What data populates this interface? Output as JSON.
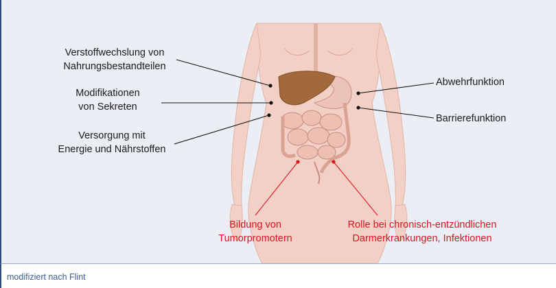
{
  "labels_left": [
    {
      "line1": "Verstoffwechslung von",
      "line2": "Nahrungsbestandteilen"
    },
    {
      "line1": "Modifikationen",
      "line2": "von Sekreten"
    },
    {
      "line1": "Versorgung mit",
      "line2": "Energie und Nährstoffen"
    }
  ],
  "labels_right": [
    {
      "text": "Abwehrfunktion"
    },
    {
      "text": "Barrierefunktion"
    }
  ],
  "labels_bottom": [
    {
      "line1": "Bildung von",
      "line2": "Tumorpromotern"
    },
    {
      "line1": "Rolle bei chronisch-entzündlichen",
      "line2": "Darmerkrankungen, Infektionen"
    }
  ],
  "footer": {
    "caption": "modifiziert nach Flint"
  },
  "colors": {
    "background": "#ebeef4",
    "frame": "#2c4a7a",
    "skin": "#f3d0c6",
    "liver": "#a26a3a",
    "intestine": "#eec0b3",
    "highlight": "#d8141f",
    "caption": "#3a5c95"
  }
}
